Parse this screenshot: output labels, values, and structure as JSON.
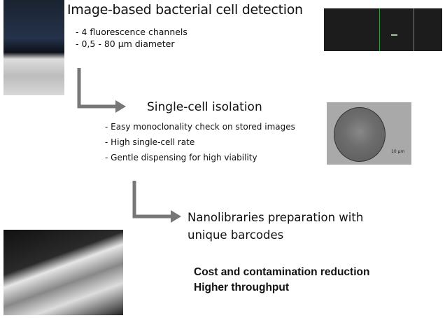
{
  "step1": {
    "title": "Image-based bacterial cell detection",
    "bullets": [
      "- 4 fluorescence channels",
      "- 0,5 - 80 µm diameter"
    ]
  },
  "step2": {
    "title": "Single-cell isolation",
    "bullets": [
      "- Easy monoclonality check on stored images",
      "- High single-cell rate",
      "- Gentle dispensing for high viability"
    ],
    "scale_label": "10 µm"
  },
  "step3": {
    "lines": [
      "Nanolibraries preparation with",
      "unique barcodes"
    ]
  },
  "benefits": [
    "Cost and contamination reduction",
    "Higher throughput"
  ],
  "colors": {
    "arrow": "#777777"
  }
}
